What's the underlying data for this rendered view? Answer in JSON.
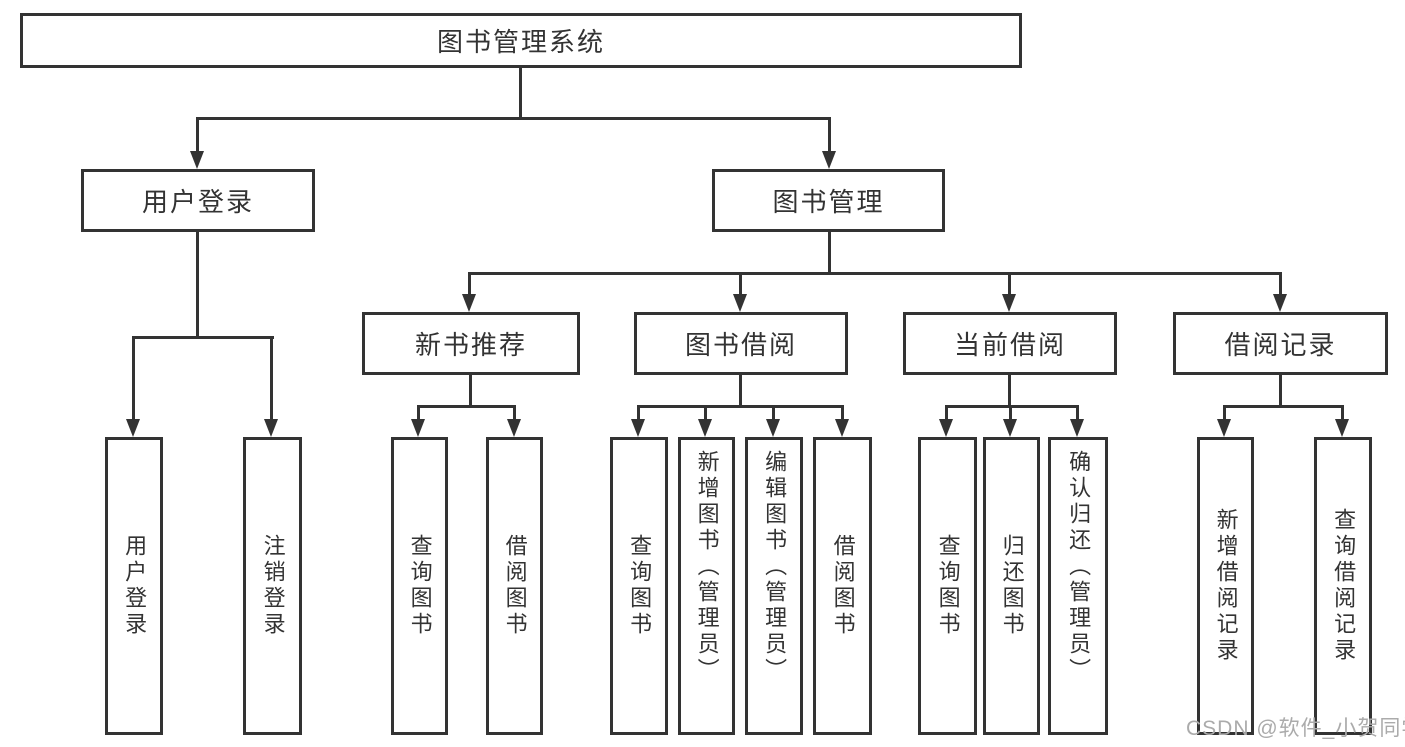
{
  "colors": {
    "line": "#333333",
    "text": "#333333",
    "box_background": "#ffffff",
    "watermark": "#ababab"
  },
  "tree": {
    "root": "图书管理系统",
    "children": [
      {
        "label": "用户登录",
        "children": [
          {
            "label": "用户登录"
          },
          {
            "label": "注销登录"
          }
        ]
      },
      {
        "label": "图书管理",
        "children": [
          {
            "label": "新书推荐",
            "children": [
              {
                "label": "查询图书"
              },
              {
                "label": "借阅图书"
              }
            ]
          },
          {
            "label": "图书借阅",
            "children": [
              {
                "label": "查询图书"
              },
              {
                "label": "新增图书（管理员）"
              },
              {
                "label": "编辑图书（管理员）"
              },
              {
                "label": "借阅图书"
              }
            ]
          },
          {
            "label": "当前借阅",
            "children": [
              {
                "label": "查询图书"
              },
              {
                "label": "归还图书"
              },
              {
                "label": "确认归还（管理员）"
              }
            ]
          },
          {
            "label": "借阅记录",
            "children": [
              {
                "label": "新增借阅记录"
              },
              {
                "label": "查询借阅记录"
              }
            ]
          }
        ]
      }
    ]
  },
  "watermark": "CSDN @软件_小贺同学"
}
